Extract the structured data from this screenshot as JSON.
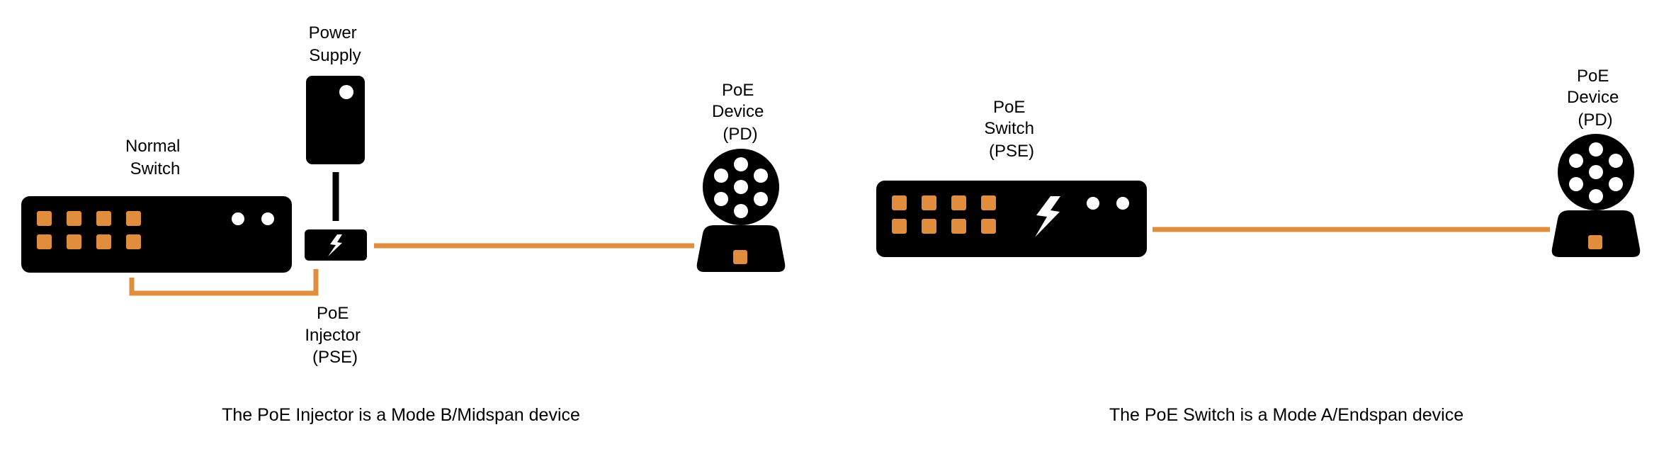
{
  "colors": {
    "device": "#000000",
    "port": "#E08E3E",
    "cable": "#E08E3E",
    "led": "#FFFFFF",
    "background": "#FFFFFF"
  },
  "left_scenario": {
    "normal_switch": {
      "label_lines": [
        "Normal",
        "Switch"
      ],
      "icon": "network-switch-icon"
    },
    "power_supply": {
      "label_lines": [
        "Power",
        "Supply"
      ],
      "icon": "power-brick-icon"
    },
    "poe_injector": {
      "label_lines": [
        "PoE",
        "Injector",
        "(PSE)"
      ],
      "icon": "lightning-bolt-icon"
    },
    "poe_device": {
      "label_lines": [
        "PoE",
        "Device",
        "(PD)"
      ],
      "icon": "poe-device-icon"
    },
    "caption": "The PoE Injector is a Mode B/Midspan device"
  },
  "right_scenario": {
    "poe_switch": {
      "label_lines": [
        "PoE",
        "Switch",
        "(PSE)"
      ],
      "icon": "lightning-bolt-icon"
    },
    "poe_device": {
      "label_lines": [
        "PoE",
        "Device",
        "(PD)"
      ],
      "icon": "poe-device-icon"
    },
    "caption": "The PoE Switch is a Mode A/Endspan device"
  }
}
